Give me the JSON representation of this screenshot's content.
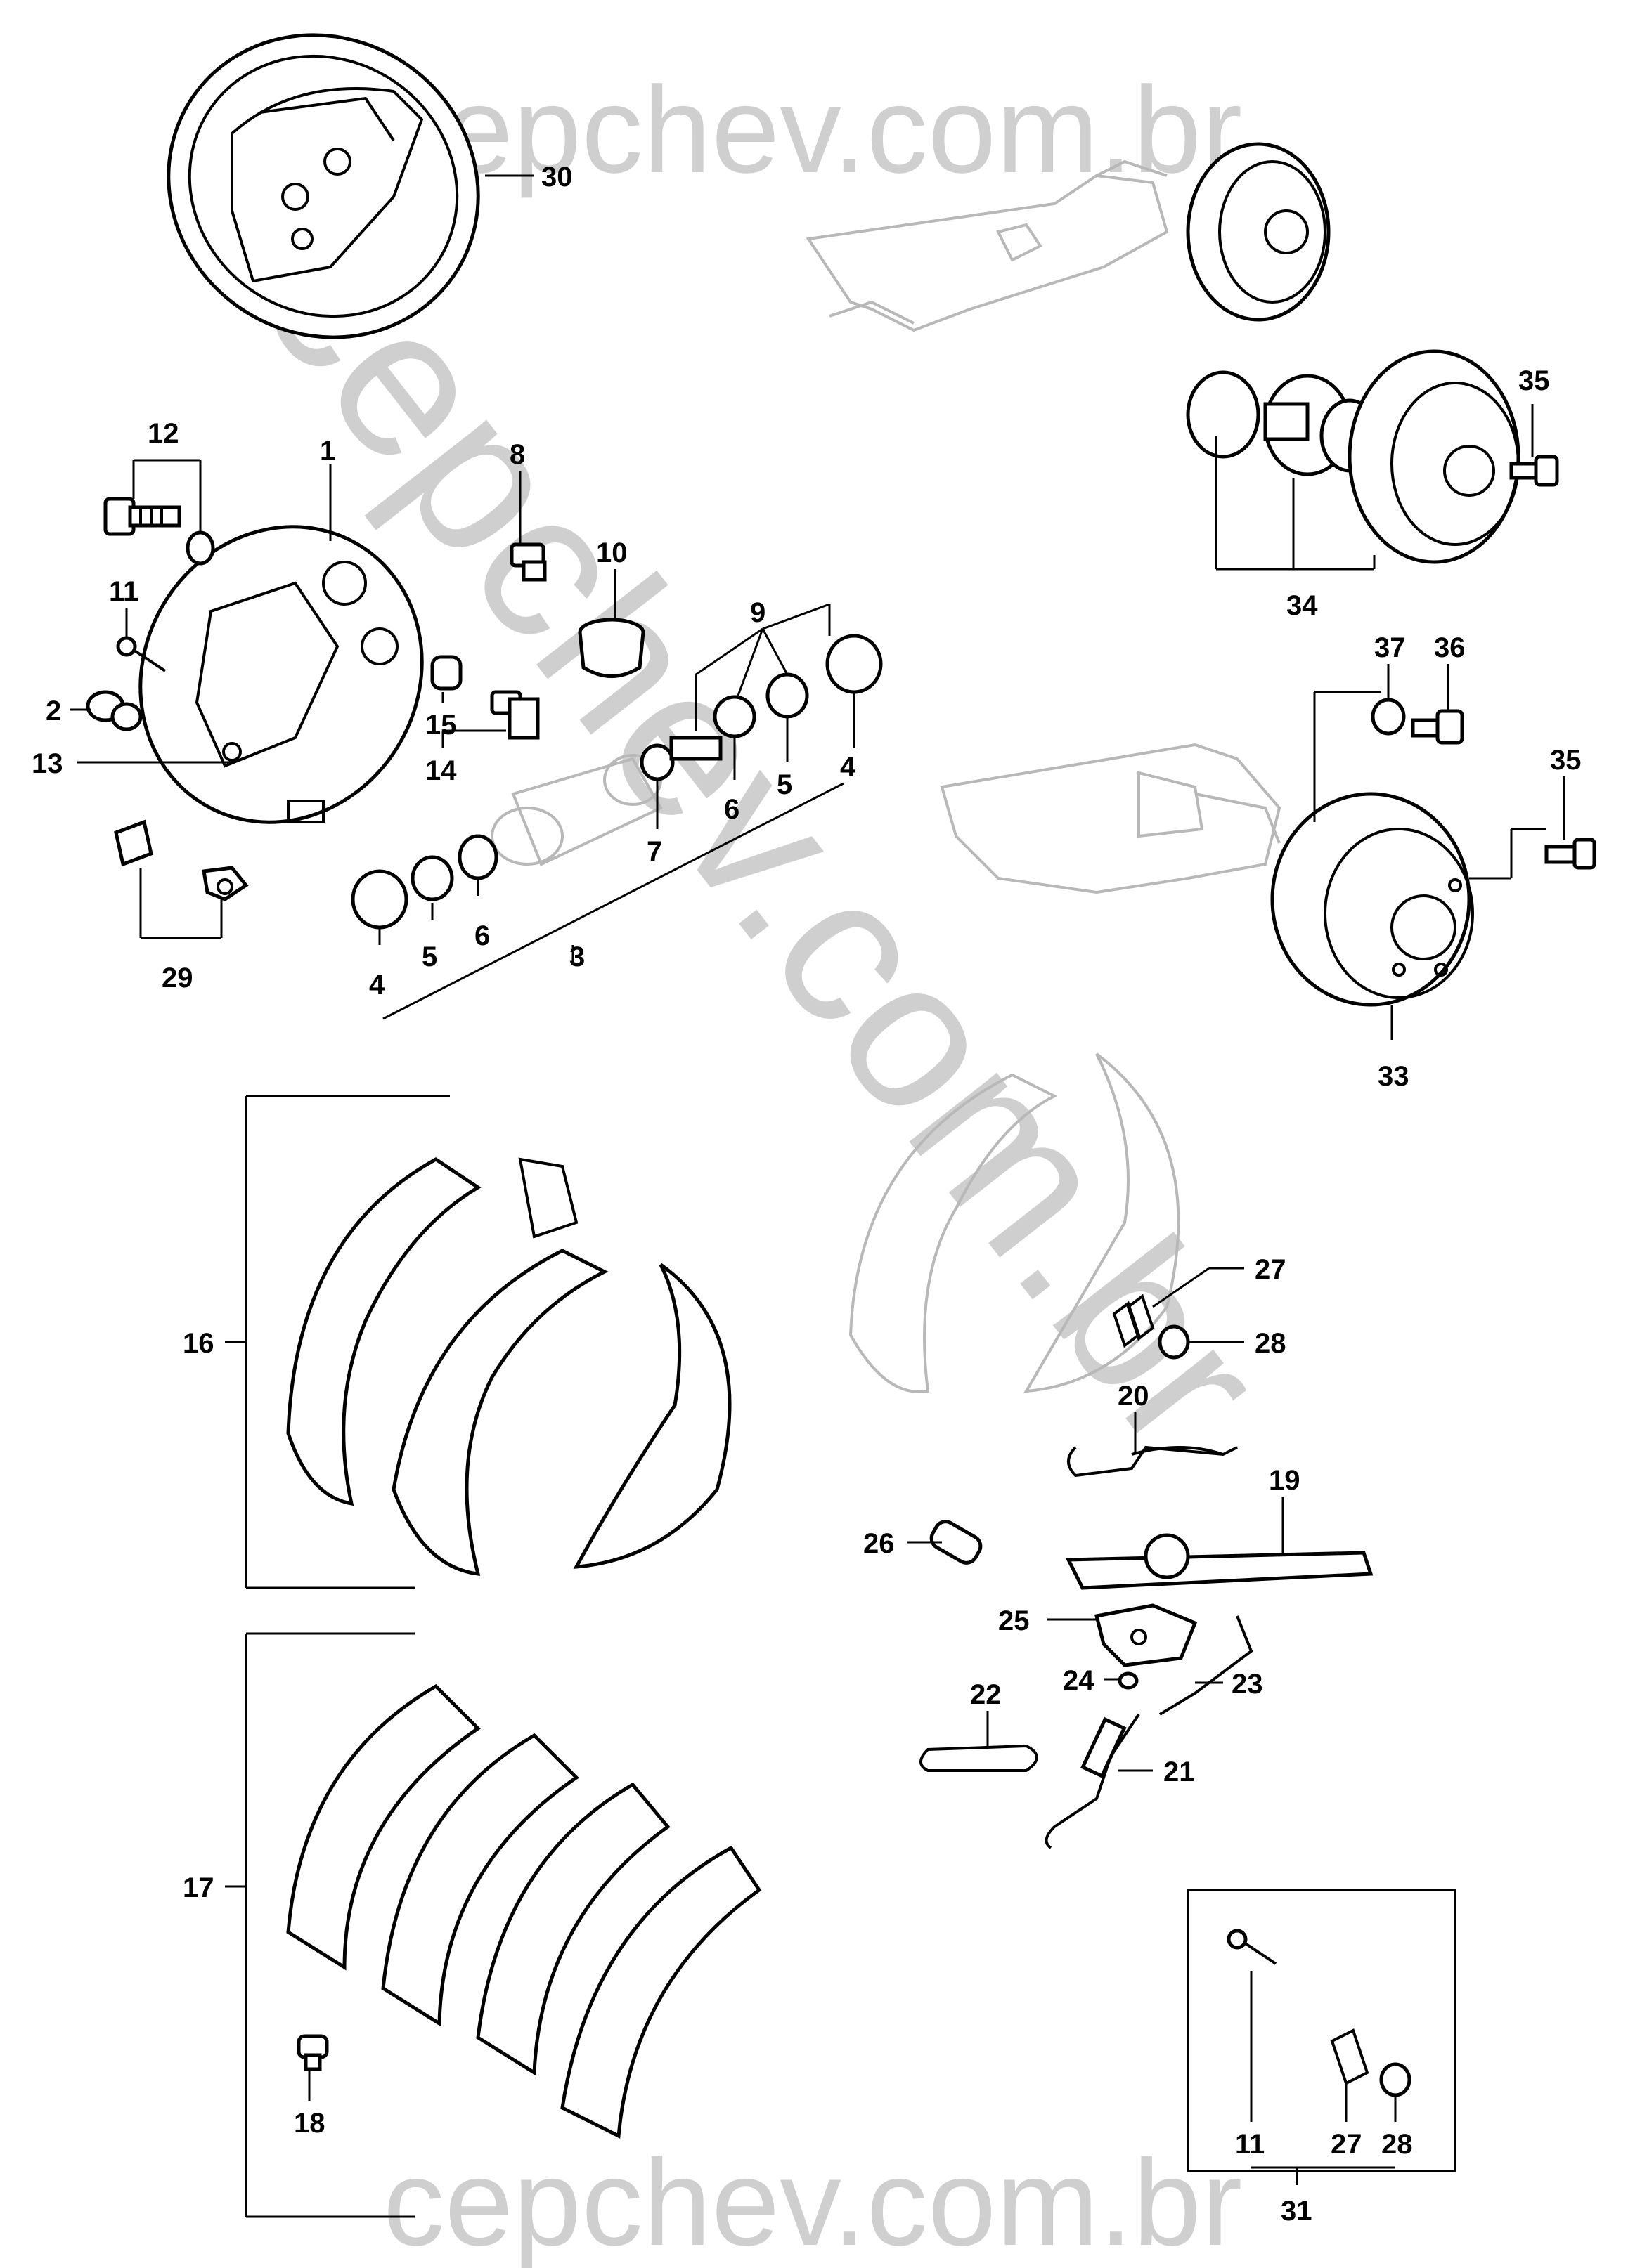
{
  "watermark": {
    "top": "cepchev.com.br",
    "bottom": "cepchev.com.br",
    "diagonal": "cepchev.com.br"
  },
  "callouts": {
    "c1": "1",
    "c2": "2",
    "c3": "3",
    "c4a": "4",
    "c4b": "4",
    "c5a": "5",
    "c5b": "5",
    "c6a": "6",
    "c6b": "6",
    "c7": "7",
    "c8": "8",
    "c9": "9",
    "c10": "10",
    "c11a": "11",
    "c11b": "11",
    "c12": "12",
    "c13": "13",
    "c14": "14",
    "c15": "15",
    "c16": "16",
    "c17": "17",
    "c18": "18",
    "c19": "19",
    "c20": "20",
    "c21": "21",
    "c22": "22",
    "c23": "23",
    "c24": "24",
    "c25": "25",
    "c26": "26",
    "c27a": "27",
    "c27b": "27",
    "c28a": "28",
    "c28b": "28",
    "c29": "29",
    "c30": "30",
    "c31": "31",
    "c33": "33",
    "c34": "34",
    "c35a": "35",
    "c35b": "35",
    "c36": "36",
    "c37": "37"
  }
}
